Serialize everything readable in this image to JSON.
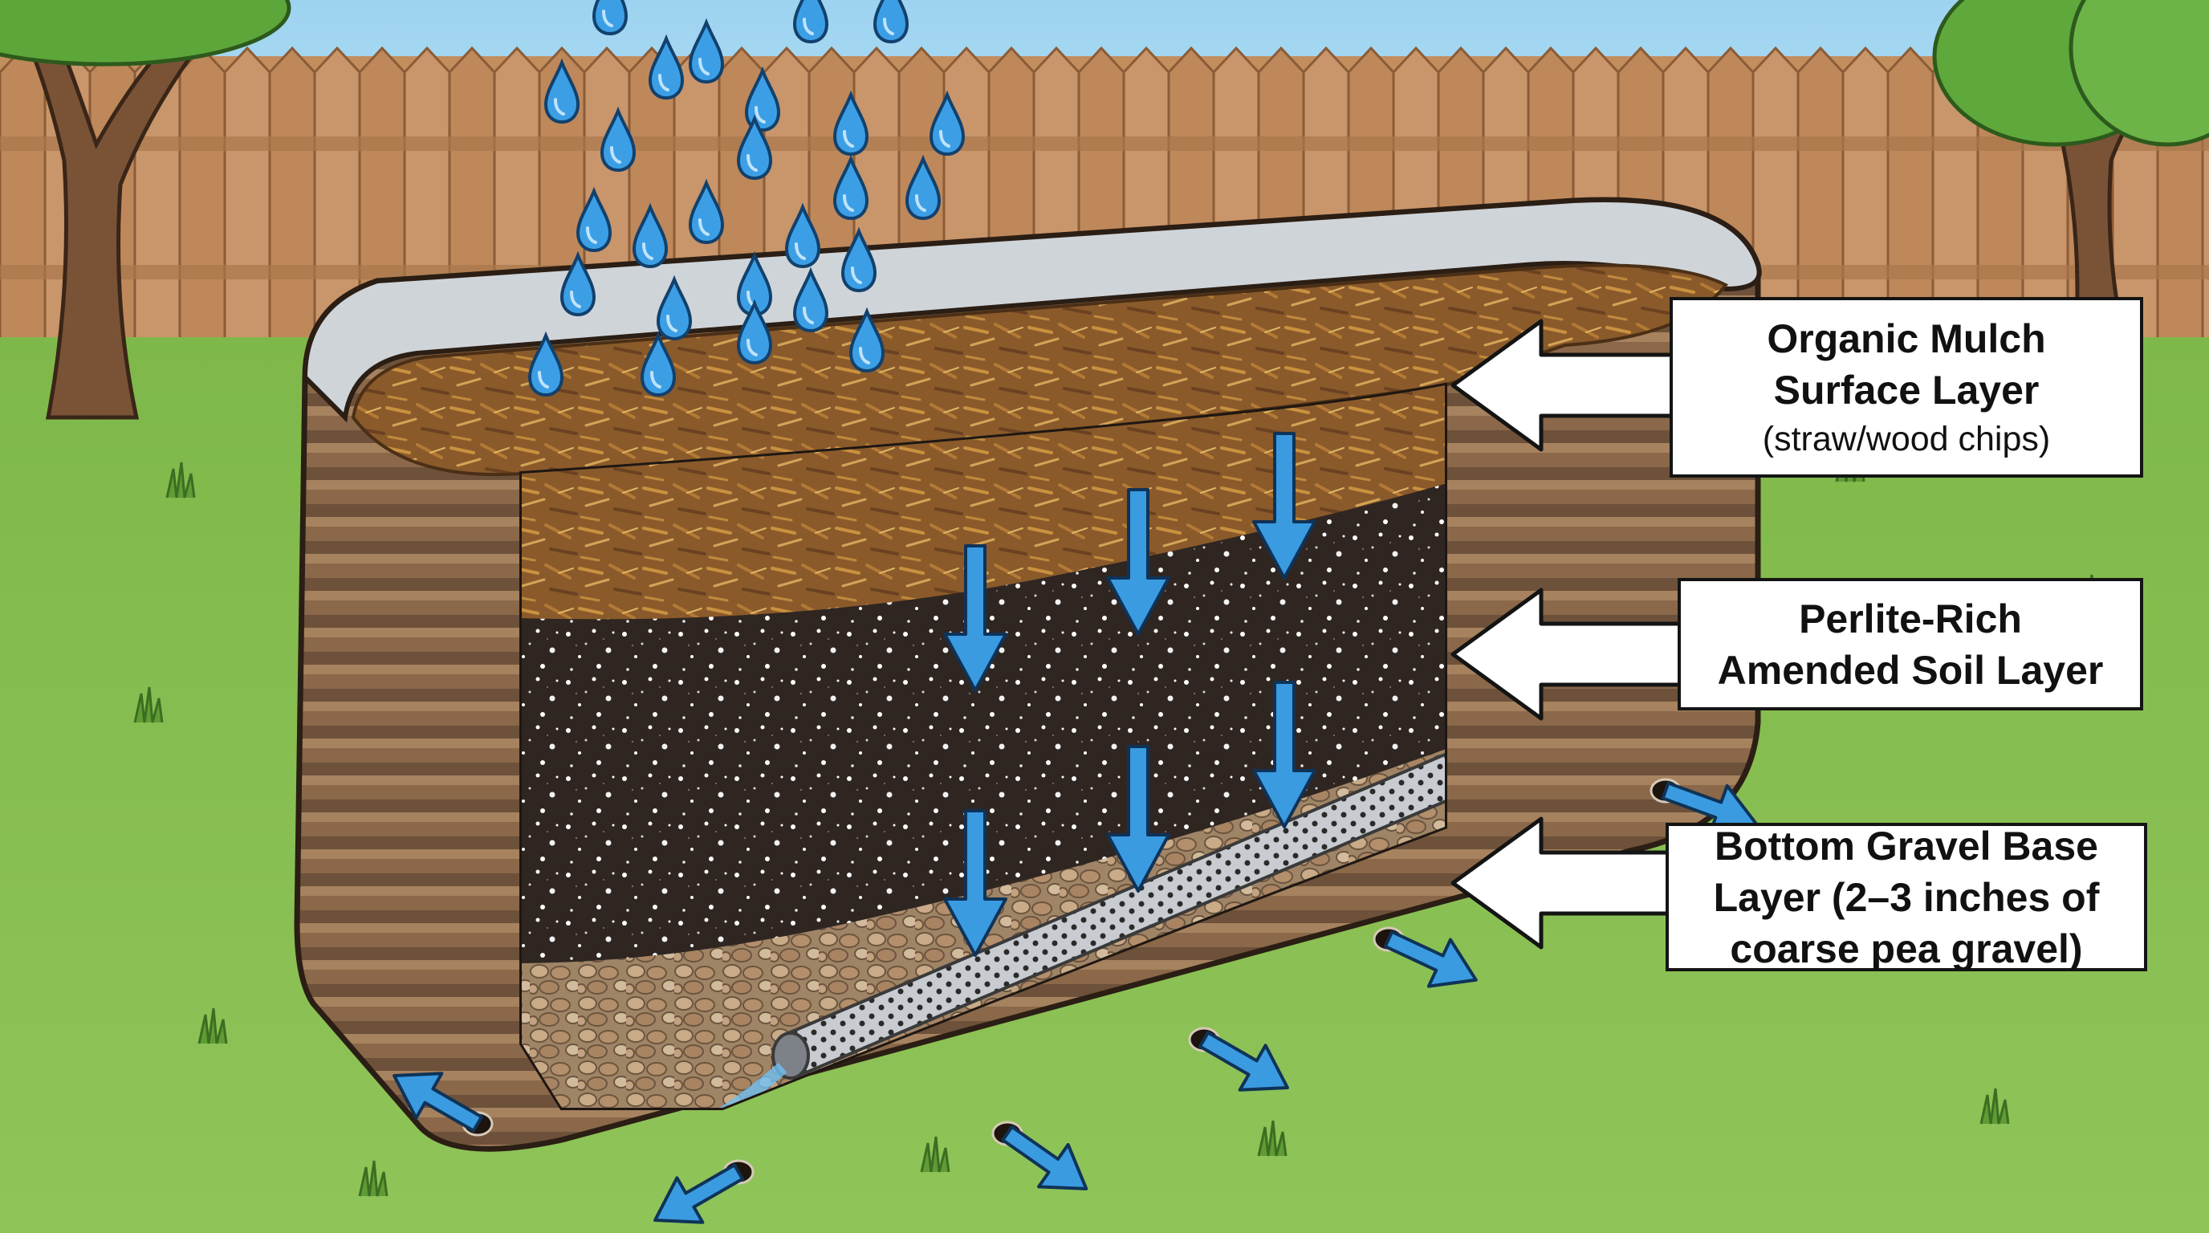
{
  "colors": {
    "sky": "#a8d8f0",
    "fence": "#c99566",
    "grass": "#86c050",
    "bed_wall": "#8c6a4d",
    "mulch": "#9c6a33",
    "soil": "#3a2e26",
    "gravel": "#b89a78",
    "water": "#3a9be0",
    "pipe": "#c9ccd0"
  },
  "icons": [
    "rain-drop-icon",
    "water-flow-arrow-icon",
    "drain-hole-icon",
    "perforated-pipe-icon",
    "tree-icon",
    "fence-icon"
  ],
  "labels": {
    "mulch": {
      "line1": "Organic Mulch",
      "line2": "Surface Layer",
      "line3": "(straw/wood chips)"
    },
    "soil": {
      "line1": "Perlite-Rich",
      "line2": "Amended Soil Layer"
    },
    "gravel": {
      "line1": "Bottom Gravel Base",
      "line2": "Layer (2–3 inches of",
      "line3": "coarse pea gravel)"
    }
  }
}
